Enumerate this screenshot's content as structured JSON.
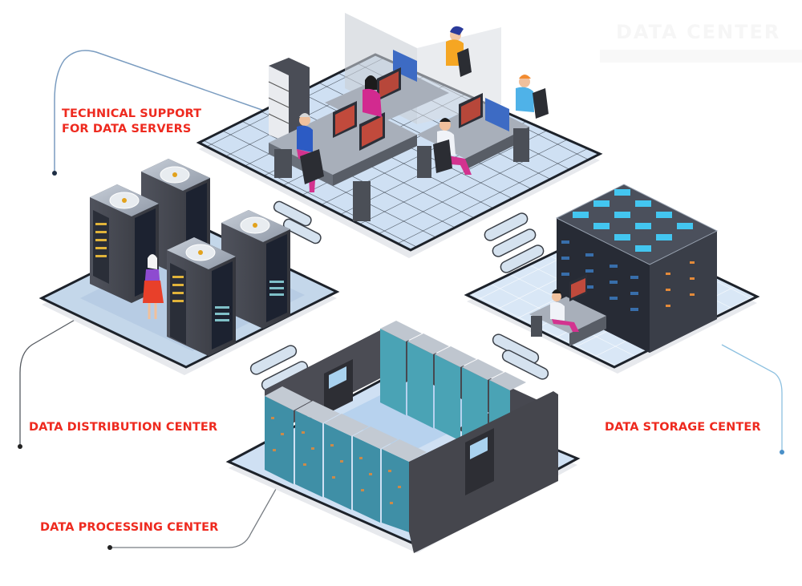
{
  "watermark": {
    "title": "DATA CENTER"
  },
  "zones": [
    {
      "id": "technical-support",
      "label_lines": [
        "TECHNICAL SUPPORT",
        "FOR DATA SERVERS"
      ],
      "connector_color": "#6b8fb3"
    },
    {
      "id": "distribution",
      "label_lines": [
        "DATA DISTRIBUTION CENTER"
      ],
      "connector_color": "#555a60"
    },
    {
      "id": "storage",
      "label_lines": [
        "DATA STORAGE CENTER"
      ],
      "connector_color": "#7fb6d9"
    },
    {
      "id": "processing",
      "label_lines": [
        "DATA PROCESSING CENTER"
      ],
      "connector_color": "#6d7278"
    }
  ],
  "colors": {
    "label": "#ee2a1f",
    "floor_tile": "#cfe0f3",
    "floor_grid": "#22272e",
    "rack_body": "#3d3f47",
    "rack_face": "#1f2430",
    "rack_top": "#aeb6c2",
    "platform_shadow": "#e3e5e9",
    "wall": "#4a4b52"
  }
}
